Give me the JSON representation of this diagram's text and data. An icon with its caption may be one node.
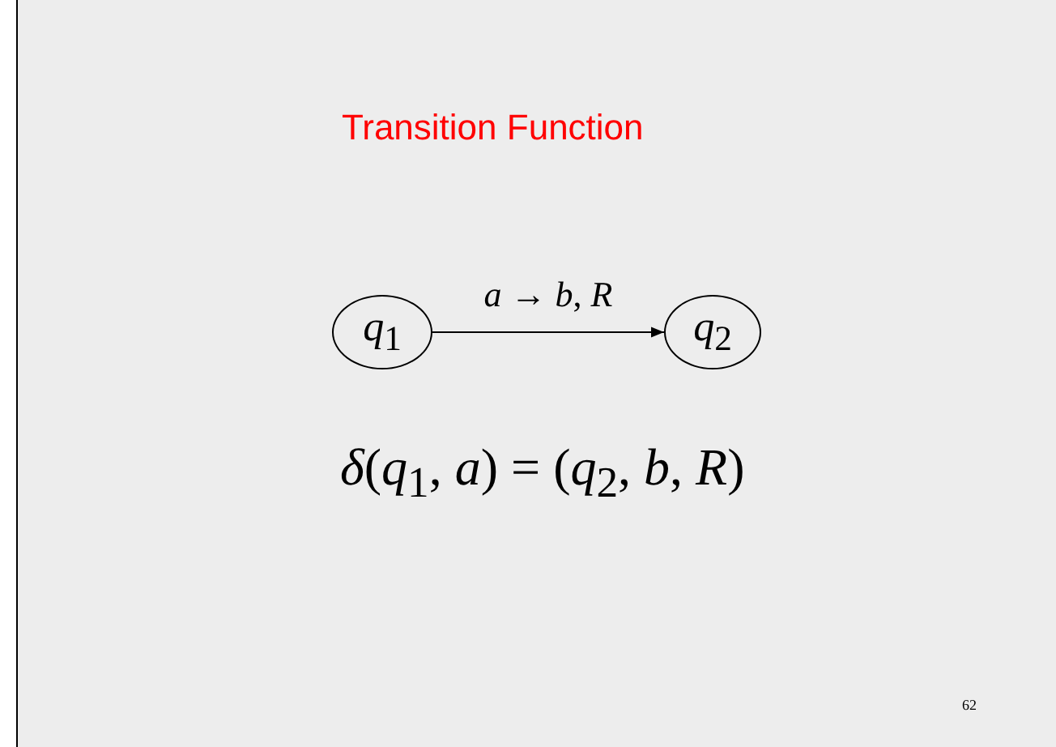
{
  "diagram": {
    "title": "Transition Function",
    "nodes": [
      {
        "text": [
          "*q*$_{1}$"
        ]
      },
      {
        "text": [
          "*q*$_{2}$"
        ]
      }
    ],
    "edges": [
      {
        "from": 0,
        "to": 1,
        "arrow": "to",
        "label": "*a* → *b*, *R*"
      }
    ],
    "labels": [
      "*δ*(*q*$_{1}$, *a*) = (*q*$_{2}$, *b*, *R*)",
      "62"
    ]
  }
}
